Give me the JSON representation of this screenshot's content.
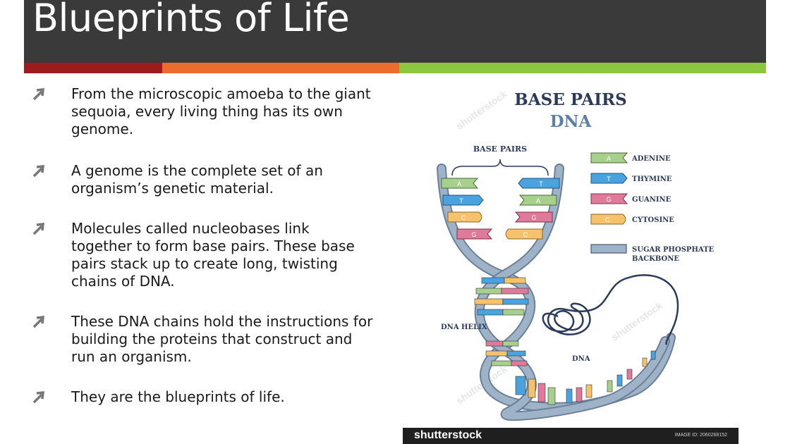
{
  "slide": {
    "title": "Blueprints of Life",
    "bullets": [
      "From the microscopic amoeba to the giant sequoia, every living thing has its own genome.",
      "A genome is the complete set of an organism’s genetic material.",
      "Molecules called nucleobases link together to form base pairs. These base pairs stack up to create long, twisting chains of DNA.",
      "These DNA chains hold the instructions for building the proteins that construct and run an organism.",
      "They are the blueprints of life."
    ]
  },
  "illustration": {
    "title_line1": "BASE PAIRS",
    "title_line2": "DNA",
    "base_pairs_label": "BASE PAIRS",
    "dna_helix_label": "DNA HELIX",
    "dna_label": "DNA",
    "legend": [
      {
        "letter": "A",
        "name": "ADENINE",
        "color": "#a8d08d"
      },
      {
        "letter": "T",
        "name": "THYMINE",
        "color": "#4aa3df"
      },
      {
        "letter": "G",
        "name": "GUANINE",
        "color": "#e07a9b"
      },
      {
        "letter": "C",
        "name": "CYTOSINE",
        "color": "#f6c26b"
      }
    ],
    "backbone_label_line1": "SUGAR PHOSPHATE",
    "backbone_label_line2": "BACKBONE",
    "backbone_color": "#9fb3c8",
    "left_strand_letters": [
      "A",
      "T",
      "C",
      "G"
    ],
    "right_strand_letters": [
      "T",
      "A",
      "G",
      "C"
    ],
    "watermark": "shutterstock",
    "footer_logo": "shutterstock",
    "image_id": "IMAGE ID: 2060268152"
  },
  "colors": {
    "title_bar": "#3a3a3a",
    "stripe_red": "#9b1b1e",
    "stripe_orange": "#ed6b2d",
    "stripe_green": "#8dc63f",
    "heading_navy": "#2b3a5a",
    "heading_blue": "#5b7fa6"
  }
}
